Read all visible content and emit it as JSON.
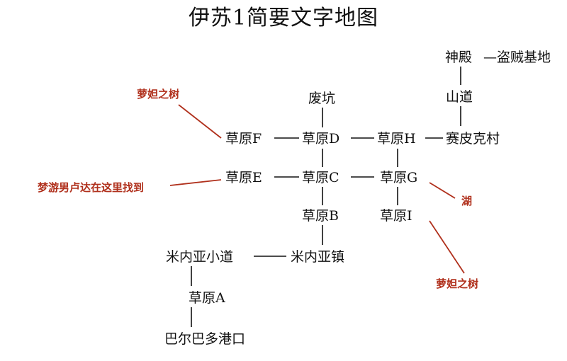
{
  "title": "伊苏1简要文字地图",
  "colors": {
    "line": "#111111",
    "text": "#111111",
    "annotation": "#b0301c"
  },
  "nodes": {
    "shendian": "神殿",
    "daozei": "—盗贼基地",
    "shandao": "山道",
    "feikeng": "废坑",
    "caoyuan_f": "草原F",
    "caoyuan_d": "草原D",
    "caoyuan_h": "草原H",
    "saipi": "赛皮克村",
    "caoyuan_e": "草原E",
    "caoyuan_c": "草原C",
    "caoyuan_g": "草原G",
    "caoyuan_b": "草原B",
    "caoyuan_i": "草原I",
    "minaya_road": "米内亚小道",
    "minaya_town": "米内亚镇",
    "caoyuan_a": "草原A",
    "barbado": "巴尔巴多港口"
  },
  "annotations": {
    "tree_1": "萝妲之树",
    "mengyou": "梦游男卢达在这里找到",
    "lake": "湖",
    "tree_2": "萝妲之树"
  }
}
